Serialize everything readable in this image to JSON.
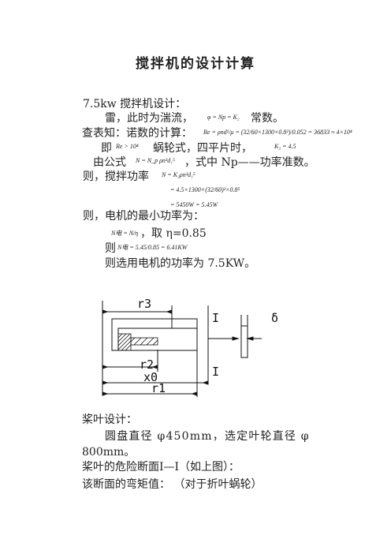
{
  "document": {
    "title": "搅拌机的设计计算",
    "lines": [
      "7.5kw 搅拌机设计：",
      "雷，此时为湍流，",
      "常数。",
      "查表知：诺数的计算：",
      "即",
      "蜗轮式，四平片时，",
      "由公式",
      "，式中 Np——功率准数。",
      "则，搅拌功率",
      "则，电机的最小功率为：",
      "，取 η=0.85",
      "则",
      "则选用电机的功率为 7.5KW。"
    ],
    "formulas": {
      "phi": "φ = Np = K₂",
      "re": "Re = ρnd²/μ = (32/60×1300×0.8²)/0.052 = 36833 ≈ 4×10⁴",
      "re_cond": "Re > 10⁴",
      "k2": "K₂ = 4.5",
      "power_eq": "N = N_p ρn³d₁⁵",
      "power_calc": "N = K₂ρn³d₁⁵",
      "power_sub": "= 4.5×1300×(32/60)³×0.8⁵",
      "power_result": "= 5450W = 5.45W",
      "motor_eq": "N电 = N/η",
      "motor_calc": "N电 = 5.45/0.85 = 6.41KW"
    },
    "diagram_labels": {
      "r3": "r3",
      "r2": "r2",
      "x0": "x0",
      "r1": "r1",
      "section_top": "I",
      "section_bottom": "I",
      "delta": "δ"
    },
    "lines2": [
      "桨叶设计：",
      "圆盘直径 φ450mm，选定叶轮直径 φ",
      "800mm。",
      "桨叶的危险断面Ⅰ—Ⅰ（如上图）：",
      "该断面的弯矩值：  （对于折叶蜗轮）"
    ]
  }
}
